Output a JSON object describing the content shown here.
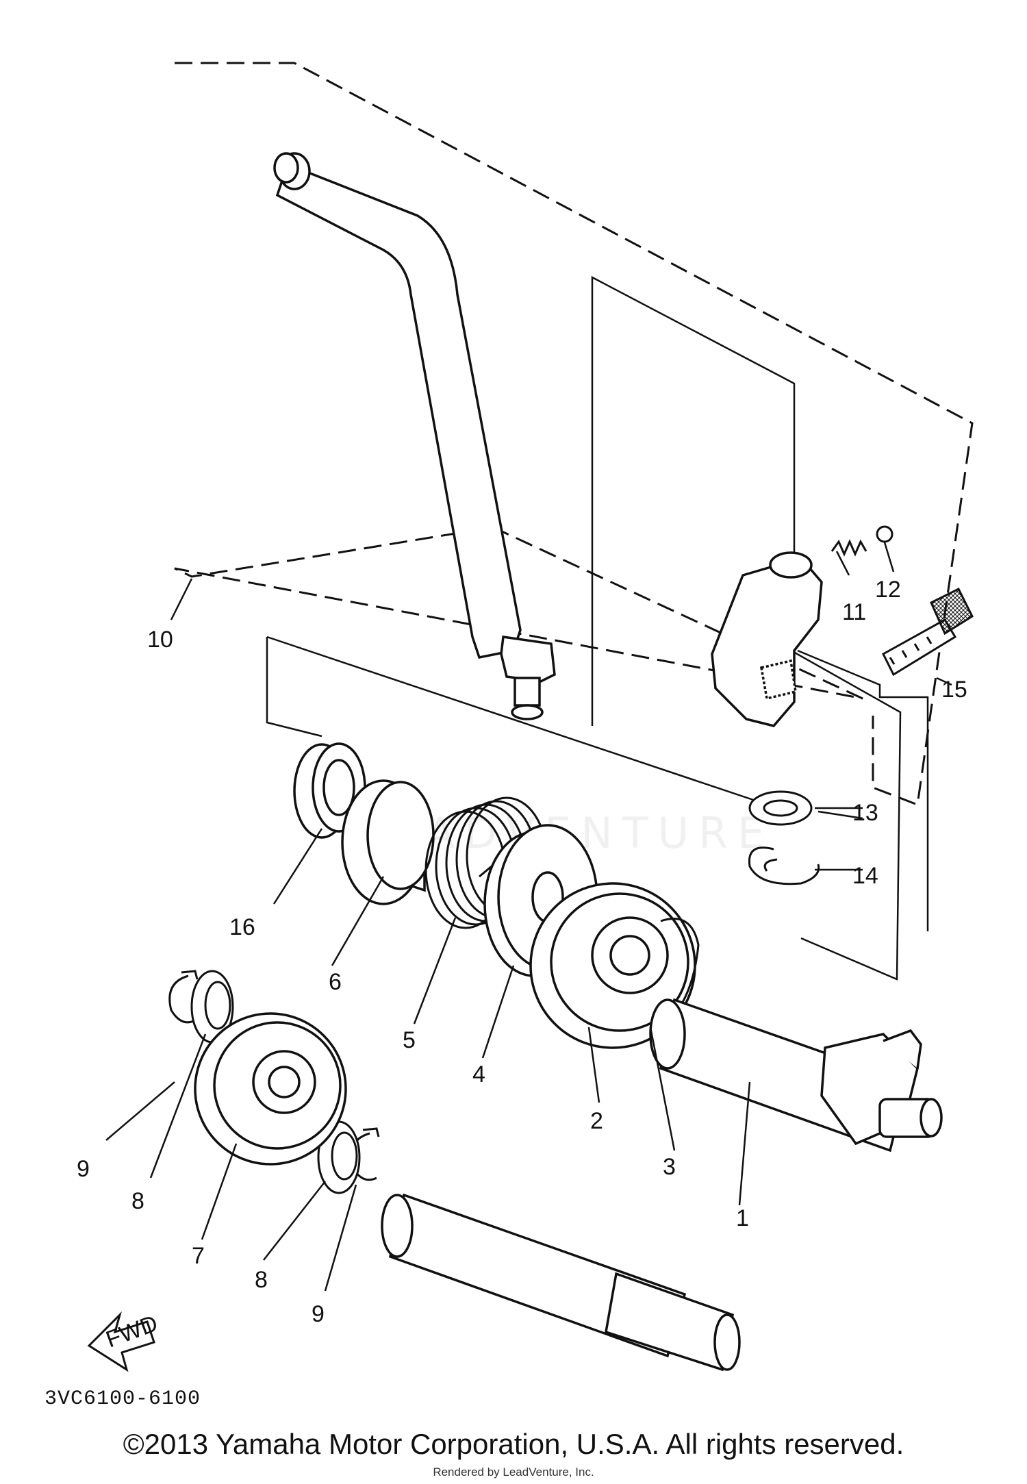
{
  "diagram": {
    "part_code": "3VC6100-6100",
    "fwd_label": "FWD",
    "callouts": {
      "c1": "1",
      "c2": "2",
      "c3": "3",
      "c4": "4",
      "c5": "5",
      "c6": "6",
      "c7": "7",
      "c8a": "8",
      "c8b": "8",
      "c9a": "9",
      "c9b": "9",
      "c10": "10",
      "c11": "11",
      "c12": "12",
      "c13": "13",
      "c14": "14",
      "c15": "15",
      "c16": "16"
    },
    "watermark": "LEADVENTURE"
  },
  "footer": {
    "copyright": "©2013 Yamaha Motor Corporation, U.S.A. All rights reserved.",
    "rendered_by": "Rendered by LeadVenture, Inc."
  }
}
